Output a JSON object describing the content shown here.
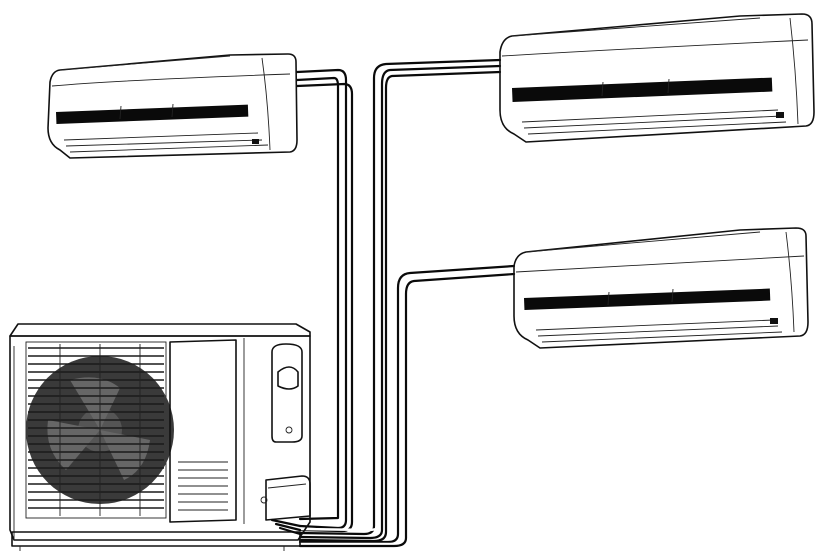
{
  "diagram": {
    "type": "multi-split air conditioner system",
    "components": [
      {
        "id": "indoor-unit-1",
        "kind": "wall-mounted indoor unit"
      },
      {
        "id": "indoor-unit-2",
        "kind": "wall-mounted indoor unit"
      },
      {
        "id": "indoor-unit-3",
        "kind": "wall-mounted indoor unit"
      },
      {
        "id": "outdoor-unit",
        "kind": "outdoor condenser unit"
      }
    ],
    "connections": [
      {
        "from": "outdoor-unit",
        "to": "indoor-unit-1"
      },
      {
        "from": "outdoor-unit",
        "to": "indoor-unit-2"
      },
      {
        "from": "outdoor-unit",
        "to": "indoor-unit-3"
      }
    ],
    "colors": {
      "line": "#111111",
      "background": "#ffffff"
    }
  }
}
